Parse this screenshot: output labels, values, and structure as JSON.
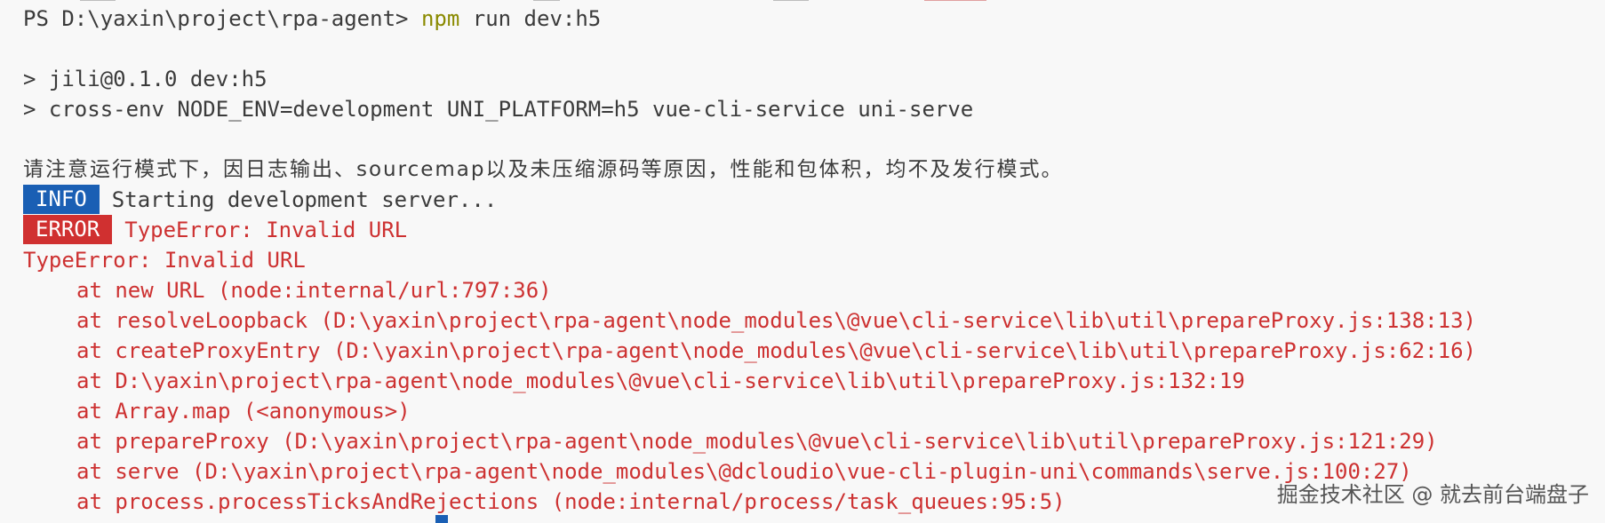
{
  "terminal": {
    "prompt": "PS D:\\yaxin\\project\\rpa-agent> ",
    "command": "npm",
    "command_args": " run dev:h5",
    "script_name": "> jili@0.1.0 dev:h5",
    "script_command": "> cross-env NODE_ENV=development UNI_PLATFORM=h5 vue-cli-service uni-serve",
    "notice": "请注意运行模式下，因日志输出、sourcemap以及未压缩源码等原因，性能和包体积，均不及发行模式。",
    "info_badge": "INFO",
    "info_message": "Starting development server...",
    "error_badge": "ERROR",
    "error_message": "TypeError: Invalid URL",
    "error_title": "TypeError: Invalid URL",
    "stack": [
      "at new URL (node:internal/url:797:36)",
      "at resolveLoopback (D:\\yaxin\\project\\rpa-agent\\node_modules\\@vue\\cli-service\\lib\\util\\prepareProxy.js:138:13)",
      "at createProxyEntry (D:\\yaxin\\project\\rpa-agent\\node_modules\\@vue\\cli-service\\lib\\util\\prepareProxy.js:62:16)",
      "at D:\\yaxin\\project\\rpa-agent\\node_modules\\@vue\\cli-service\\lib\\util\\prepareProxy.js:132:19",
      "at Array.map (<anonymous>)",
      "at prepareProxy (D:\\yaxin\\project\\rpa-agent\\node_modules\\@vue\\cli-service\\lib\\util\\prepareProxy.js:121:29)",
      "at serve (D:\\yaxin\\project\\rpa-agent\\node_modules\\@dcloudio\\vue-cli-plugin-uni\\commands\\serve.js:100:27)",
      "at process.processTicksAndRejections (node:internal/process/task_queues:95:5)"
    ]
  },
  "watermark": "掘金技术社区 @ 就去前台端盘子",
  "colors": {
    "background": "#f8f8f8",
    "text": "#3b3b3b",
    "command": "#8a8a00",
    "error_text": "#cd3131",
    "info_badge": "#1a5fb4",
    "error_badge": "#d03030"
  }
}
